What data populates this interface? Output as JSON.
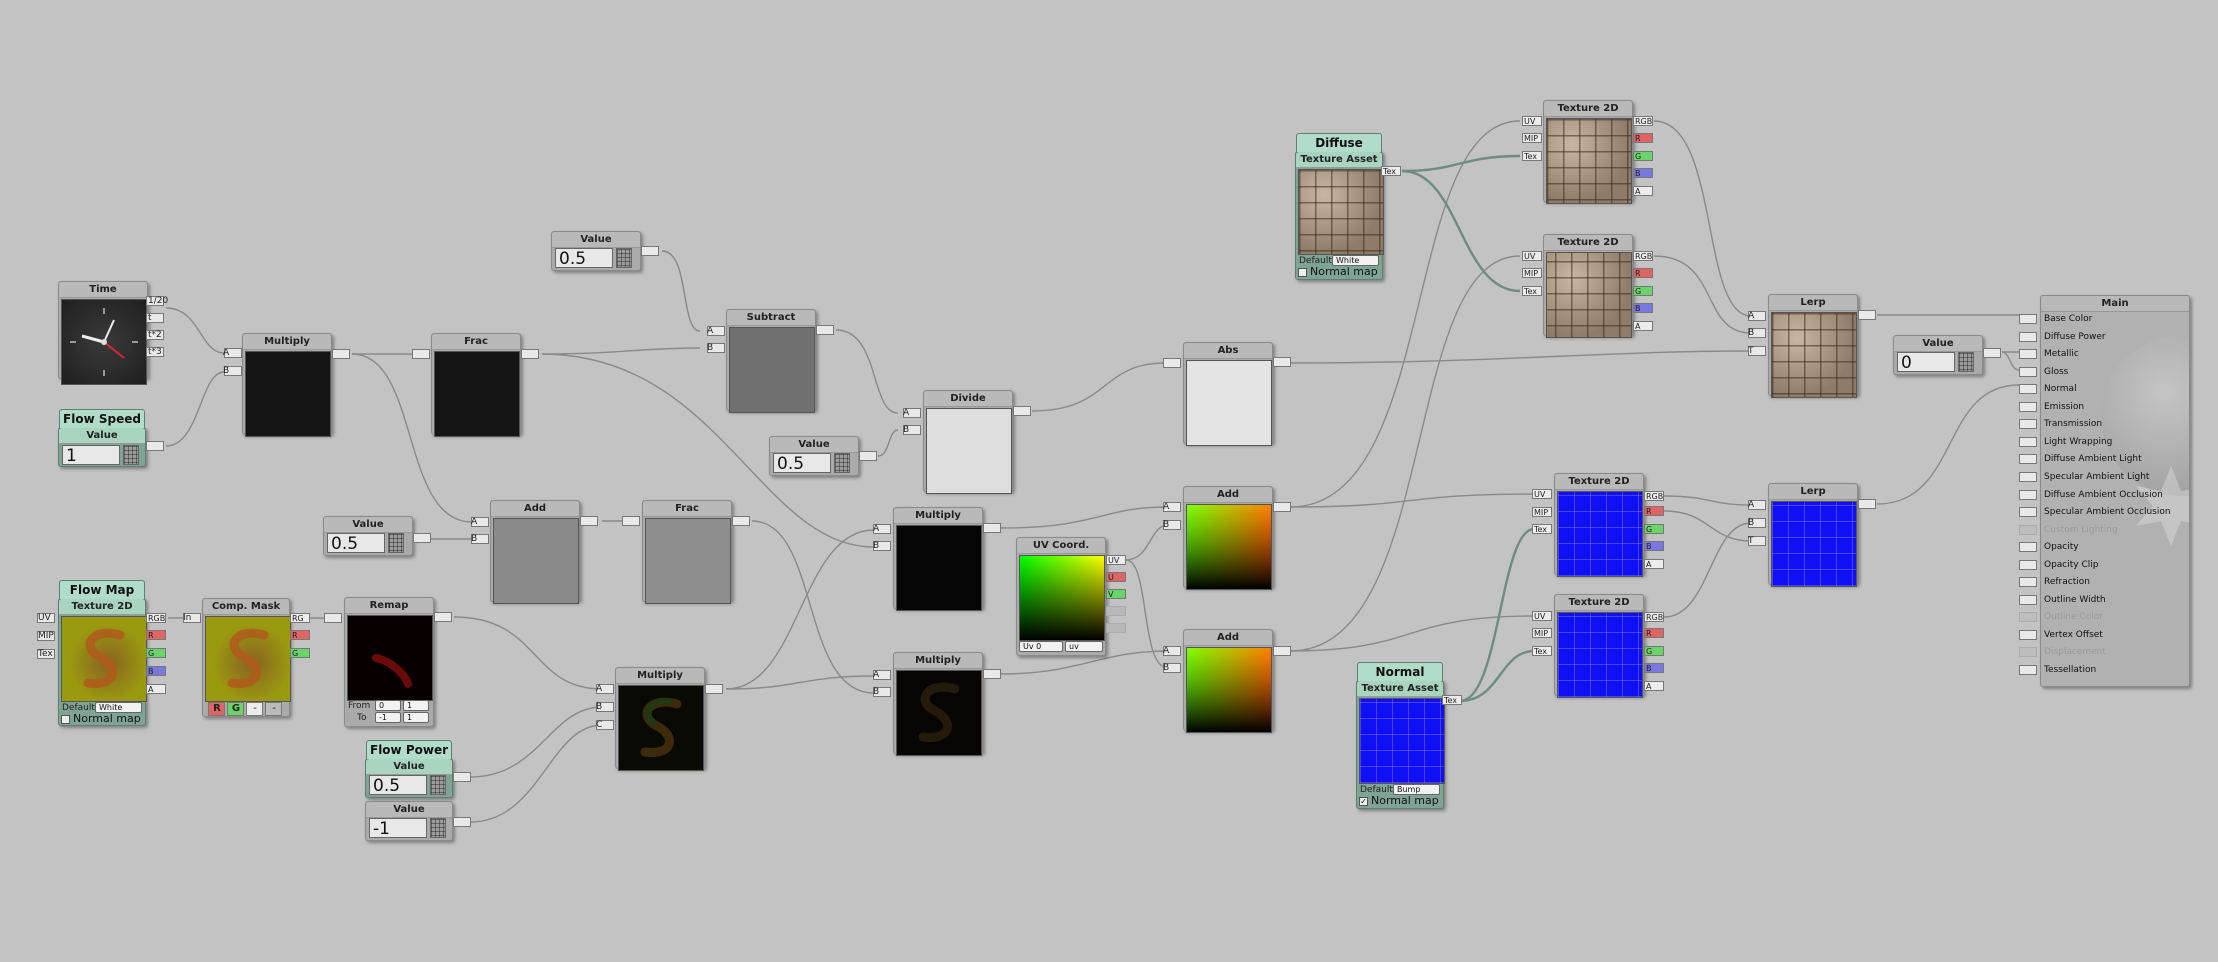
{
  "nodes": {
    "time": {
      "title": "Time",
      "outputs": [
        "1/20",
        "t",
        "t*2",
        "t*3"
      ]
    },
    "flow_speed": {
      "header": "Flow Speed",
      "title": "Value",
      "value": "1"
    },
    "multiply1": {
      "title": "Multiply",
      "inputs": [
        "A",
        "B"
      ]
    },
    "frac1": {
      "title": "Frac"
    },
    "value_top": {
      "title": "Value",
      "value": "0.5"
    },
    "subtract": {
      "title": "Subtract",
      "inputs": [
        "A",
        "B"
      ]
    },
    "value_mid": {
      "title": "Value",
      "value": "0.5"
    },
    "divide": {
      "title": "Divide",
      "inputs": [
        "A",
        "B"
      ]
    },
    "abs": {
      "title": "Abs"
    },
    "value_left": {
      "title": "Value",
      "value": "0.5"
    },
    "add1": {
      "title": "Add",
      "inputs": [
        "A",
        "B"
      ]
    },
    "frac2": {
      "title": "Frac"
    },
    "flow_map": {
      "header": "Flow Map",
      "title": "Texture 2D",
      "inputs": [
        "UV",
        "MIP",
        "Tex"
      ],
      "outputs": [
        "RGB",
        "R",
        "G",
        "B",
        "A"
      ],
      "default_label": "Default",
      "default_value": "White",
      "normal_map": "Normal map",
      "normal_checked": ""
    },
    "comp_mask": {
      "title": "Comp. Mask",
      "in_label": "In",
      "outputs": [
        "RG",
        "R",
        "G"
      ],
      "buttons": [
        "R",
        "G",
        "-",
        "-"
      ]
    },
    "remap": {
      "title": "Remap (Simple)",
      "from_label": "From",
      "to_label": "To",
      "from_min": "0",
      "from_max": "1",
      "to_min": "-1",
      "to_max": "1"
    },
    "flow_power": {
      "header": "Flow Power",
      "title": "Value",
      "value": "0.5"
    },
    "value_neg": {
      "title": "Value",
      "value": "-1"
    },
    "multiply_abc": {
      "title": "Multiply",
      "inputs": [
        "A",
        "B",
        "C"
      ]
    },
    "multiply2": {
      "title": "Multiply",
      "inputs": [
        "A",
        "B"
      ]
    },
    "multiply3": {
      "title": "Multiply",
      "inputs": [
        "A",
        "B"
      ]
    },
    "uv_coord": {
      "title": "UV Coord.",
      "outputs": [
        "UV",
        "U",
        "V",
        "",
        ""
      ],
      "channel": "Uv 0",
      "mode": "uv"
    },
    "add2": {
      "title": "Add",
      "inputs": [
        "A",
        "B"
      ]
    },
    "add3": {
      "title": "Add",
      "inputs": [
        "A",
        "B"
      ]
    },
    "diffuse": {
      "header": "Diffuse",
      "title": "Texture Asset",
      "out": "Tex",
      "default_label": "Default",
      "default_value": "White",
      "normal_map": "Normal map",
      "normal_checked": ""
    },
    "normal": {
      "header": "Normal",
      "title": "Texture Asset",
      "out": "Tex",
      "default_label": "Default",
      "default_value": "Bump",
      "normal_map": "Normal map",
      "normal_checked": "✓"
    },
    "tex2d_1": {
      "title": "Texture 2D",
      "inputs": [
        "UV",
        "MIP",
        "Tex"
      ],
      "outputs": [
        "RGB",
        "R",
        "G",
        "B",
        "A"
      ]
    },
    "tex2d_2": {
      "title": "Texture 2D",
      "inputs": [
        "UV",
        "MIP",
        "Tex"
      ],
      "outputs": [
        "RGB",
        "R",
        "G",
        "B",
        "A"
      ]
    },
    "tex2d_3": {
      "title": "Texture 2D",
      "inputs": [
        "UV",
        "MIP",
        "Tex"
      ],
      "outputs": [
        "RGB",
        "R",
        "G",
        "B",
        "A"
      ]
    },
    "tex2d_4": {
      "title": "Texture 2D",
      "inputs": [
        "UV",
        "MIP",
        "Tex"
      ],
      "outputs": [
        "RGB",
        "R",
        "G",
        "B",
        "A"
      ]
    },
    "lerp1": {
      "title": "Lerp",
      "inputs": [
        "A",
        "B",
        "T"
      ]
    },
    "lerp2": {
      "title": "Lerp",
      "inputs": [
        "A",
        "B",
        "T"
      ]
    },
    "value_zero": {
      "title": "Value",
      "value": "0"
    }
  },
  "main": {
    "title": "Main",
    "inputs": [
      {
        "label": "Base Color",
        "enabled": true
      },
      {
        "label": "Diffuse Power",
        "enabled": true
      },
      {
        "label": "Metallic",
        "enabled": true
      },
      {
        "label": "Gloss",
        "enabled": true
      },
      {
        "label": "Normal",
        "enabled": true
      },
      {
        "label": "Emission",
        "enabled": true
      },
      {
        "label": "Transmission",
        "enabled": true
      },
      {
        "label": "Light Wrapping",
        "enabled": true
      },
      {
        "label": "Diffuse Ambient Light",
        "enabled": true
      },
      {
        "label": "Specular Ambient Light",
        "enabled": true
      },
      {
        "label": "Diffuse Ambient Occlusion",
        "enabled": true
      },
      {
        "label": "Specular Ambient Occlusion",
        "enabled": true
      },
      {
        "label": "Custom Lighting",
        "enabled": false
      },
      {
        "label": "Opacity",
        "enabled": true
      },
      {
        "label": "Opacity Clip",
        "enabled": true
      },
      {
        "label": "Refraction",
        "enabled": true
      },
      {
        "label": "Outline Width",
        "enabled": true
      },
      {
        "label": "Outline Color",
        "enabled": false
      },
      {
        "label": "Vertex Offset",
        "enabled": true
      },
      {
        "label": "Displacement",
        "enabled": false
      },
      {
        "label": "Tessellation",
        "enabled": true
      }
    ]
  },
  "colors": {
    "canvas": "#c3c3c3",
    "node": "#aaaaaa",
    "property_node": "#7fa394",
    "wire": "#9a9a9a",
    "normal_blue": "#1010f4"
  }
}
